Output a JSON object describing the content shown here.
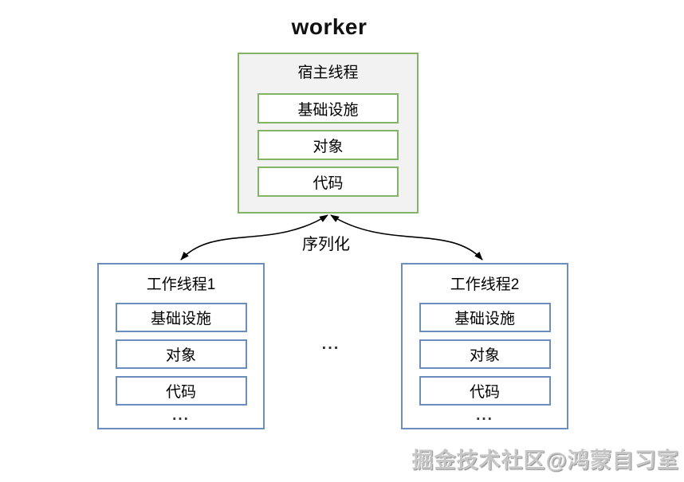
{
  "title": "worker",
  "host": {
    "label": "宿主线程",
    "items": [
      "基础设施",
      "对象",
      "代码"
    ]
  },
  "arrow_label": "序列化",
  "workers": [
    {
      "label": "工作线程1",
      "items": [
        "基础设施",
        "对象",
        "代码"
      ],
      "ellipsis": "..."
    },
    {
      "label": "工作线程2",
      "items": [
        "基础设施",
        "对象",
        "代码"
      ],
      "ellipsis": "..."
    }
  ],
  "middle_ellipsis": "...",
  "watermark": "掘金技术社区@鸿蒙自习室",
  "colors": {
    "host_border": "#82b366",
    "host_fill": "#f2f2f2",
    "worker_border": "#6c8ebf",
    "arrow": "#000000",
    "watermark_gray": "#c6c6c6"
  }
}
